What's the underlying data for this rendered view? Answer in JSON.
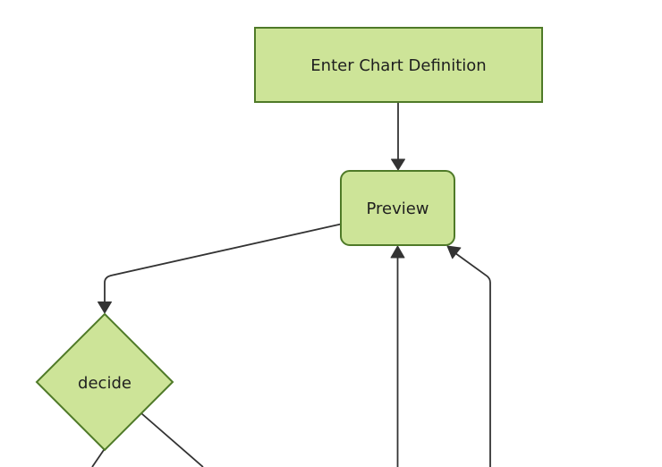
{
  "diagram": {
    "type": "flowchart",
    "orientation": "top-down",
    "nodes": [
      {
        "id": "enter-chart-definition",
        "label": "Enter Chart Definition",
        "shape": "rectangle"
      },
      {
        "id": "preview",
        "label": "Preview",
        "shape": "rounded-rectangle"
      },
      {
        "id": "decide",
        "label": "decide",
        "shape": "diamond"
      }
    ],
    "edges": [
      {
        "from": "enter-chart-definition",
        "to": "preview",
        "arrow": "filled-triangle"
      },
      {
        "from": "preview",
        "to": "decide",
        "arrow": "filled-triangle"
      },
      {
        "from": "offscreen-bottom-left",
        "to": "preview",
        "arrow": "filled-triangle"
      },
      {
        "from": "offscreen-bottom-right",
        "to": "preview",
        "arrow": "filled-triangle"
      },
      {
        "from": "decide",
        "to": "offscreen-bottom-a",
        "arrow": "cropped"
      },
      {
        "from": "decide",
        "to": "offscreen-bottom-b",
        "arrow": "cropped"
      }
    ]
  },
  "colors": {
    "background": "#ffffff",
    "node-fill": "#cde498",
    "node-border": "#4f7a28",
    "edge-line": "#333333",
    "arrowhead": "#333333",
    "text": "#1f1f1f"
  }
}
